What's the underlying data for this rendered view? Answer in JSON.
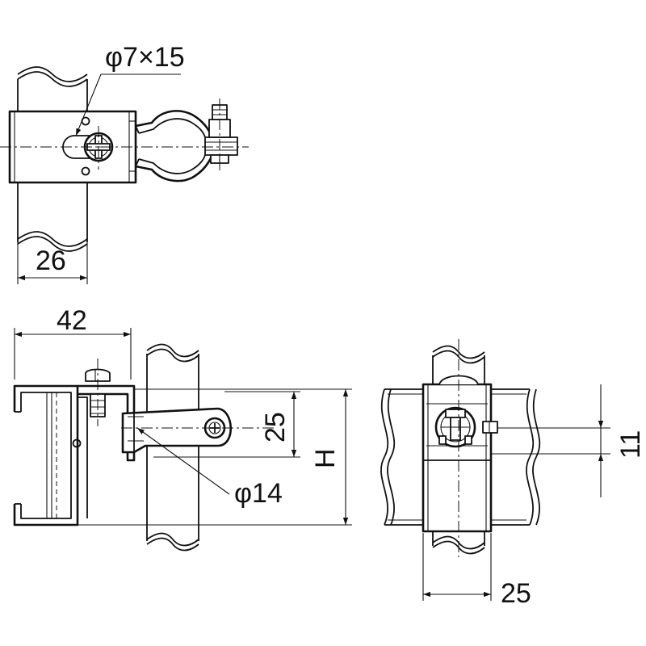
{
  "drawing": {
    "callout_slot": "φ7×15",
    "dim_width_top": "26",
    "dim_depth": "42",
    "dim_clamp_height": "25",
    "dim_height": "H",
    "callout_hole": "φ14",
    "dim_offset": "11",
    "dim_width_right": "25"
  }
}
